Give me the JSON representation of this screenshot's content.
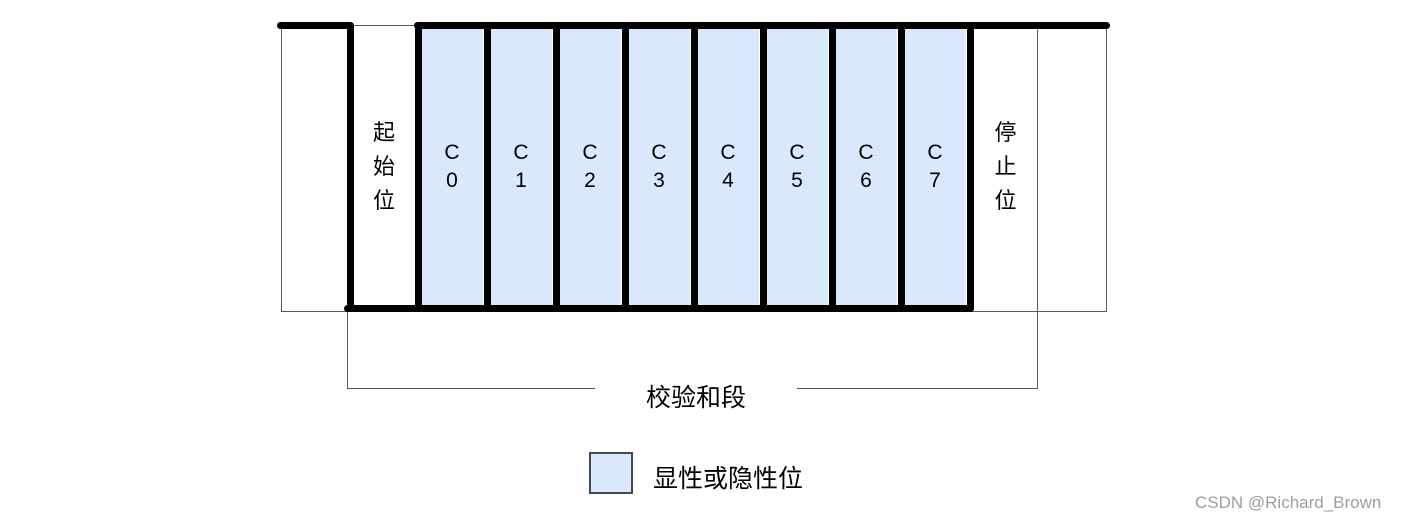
{
  "frame": {
    "start_bit": "起始位",
    "stop_bit": "停止位",
    "data_bits": [
      {
        "top": "C",
        "bottom": "0"
      },
      {
        "top": "C",
        "bottom": "1"
      },
      {
        "top": "C",
        "bottom": "2"
      },
      {
        "top": "C",
        "bottom": "3"
      },
      {
        "top": "C",
        "bottom": "4"
      },
      {
        "top": "C",
        "bottom": "5"
      },
      {
        "top": "C",
        "bottom": "6"
      },
      {
        "top": "C",
        "bottom": "7"
      }
    ]
  },
  "bracket": {
    "label": "校验和段"
  },
  "legend": {
    "label": "显性或隐性位",
    "swatch_color": "#dae8fc"
  },
  "watermark": "CSDN @Richard_Brown",
  "colors": {
    "bit_fill": "#dae8fc",
    "signal_line": "#000000",
    "thin_line": "#595959",
    "watermark_text": "#9e9e9e"
  }
}
